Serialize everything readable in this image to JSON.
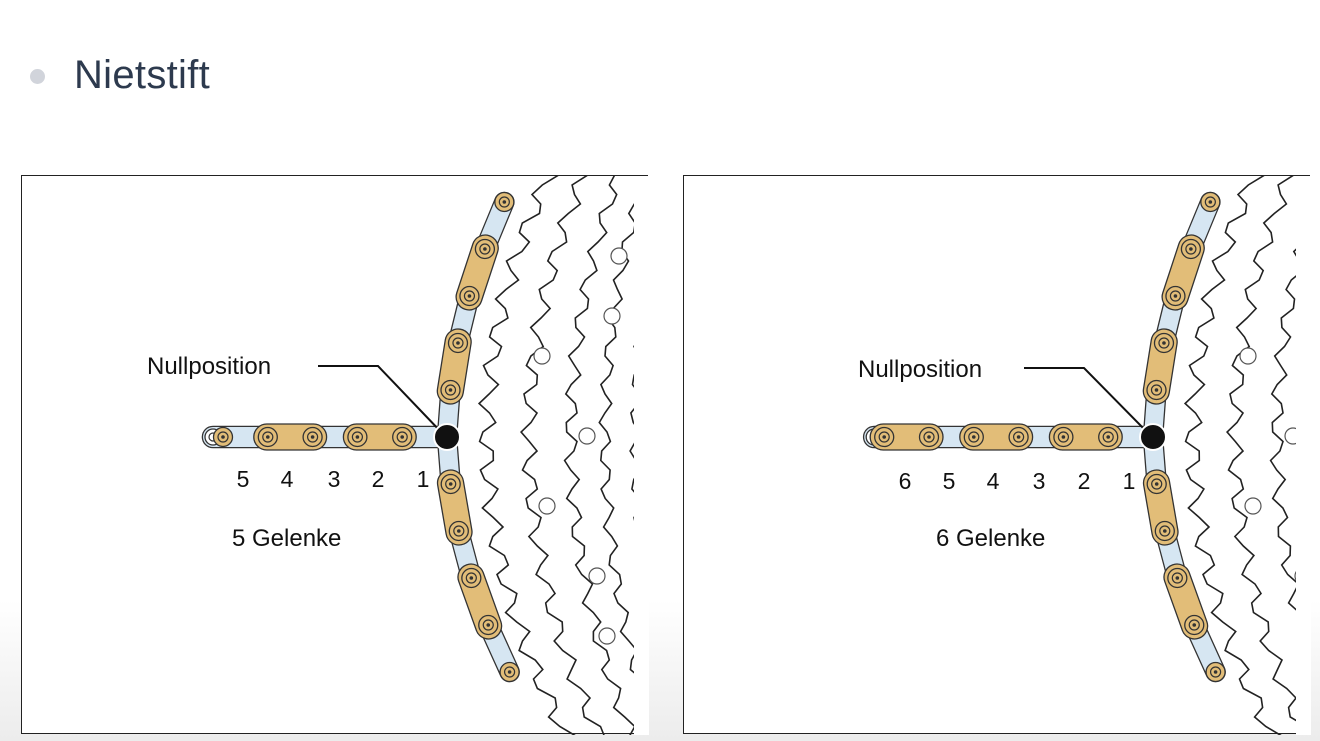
{
  "heading": {
    "title": "Nietstift"
  },
  "panels": [
    {
      "zero_label": "Nullposition",
      "link_numbers": [
        "5",
        "4",
        "3",
        "2",
        "1"
      ],
      "caption": "5 Gelenke"
    },
    {
      "zero_label": "Nullposition",
      "link_numbers": [
        "6",
        "5",
        "4",
        "3",
        "2",
        "1"
      ],
      "caption": "6 Gelenke"
    }
  ],
  "colors": {
    "plate": "#e2bd78",
    "inner_plate": "#d6e6f2",
    "pin": "#111111",
    "title": "#2d3a4e"
  },
  "icons": {
    "bullet": "bullet-dot-icon"
  }
}
